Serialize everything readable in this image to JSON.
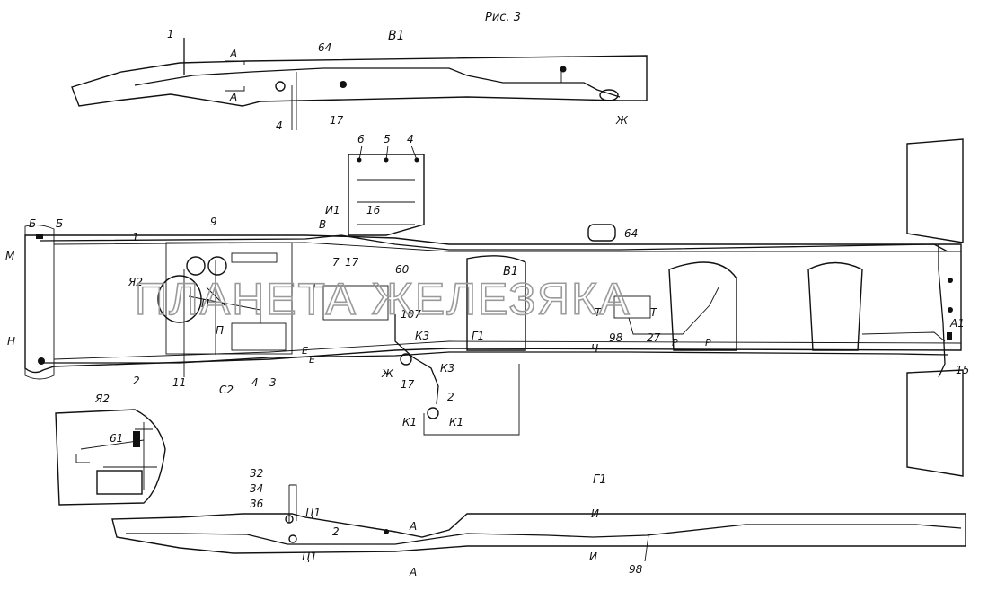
{
  "figure": {
    "title": "Рис. 3"
  },
  "watermark": "ПЛАНЕТА ЖЕЛЕЗЯКА",
  "views": {
    "top": "В1",
    "bottom": "Г1",
    "inset": "Я2"
  },
  "labels": {
    "top_view": [
      "1",
      "64",
      "А",
      "А",
      "4",
      "17",
      "Ж"
    ],
    "main_view": [
      "6",
      "5",
      "4",
      "И1",
      "В",
      "16",
      "9",
      "7",
      "17",
      "60",
      "64",
      "В1",
      "Б",
      "Б",
      "М",
      "Н",
      "1",
      "Я2",
      "П",
      "П",
      "Г",
      "107",
      "К3",
      "Г1",
      "Т",
      "Т",
      "98",
      "27",
      "Р",
      "Р",
      "Ч",
      "А1",
      "15",
      "Е",
      "Е",
      "2",
      "11",
      "С2",
      "4",
      "3",
      "Ж",
      "17",
      "К3",
      "2",
      "К1",
      "К1"
    ],
    "inset": [
      "Я2",
      "61"
    ],
    "bottom_view": [
      "32",
      "34",
      "36",
      "Ц1",
      "2",
      "А",
      "И",
      "Ц1",
      "А",
      "И",
      "98",
      "Г1"
    ]
  }
}
